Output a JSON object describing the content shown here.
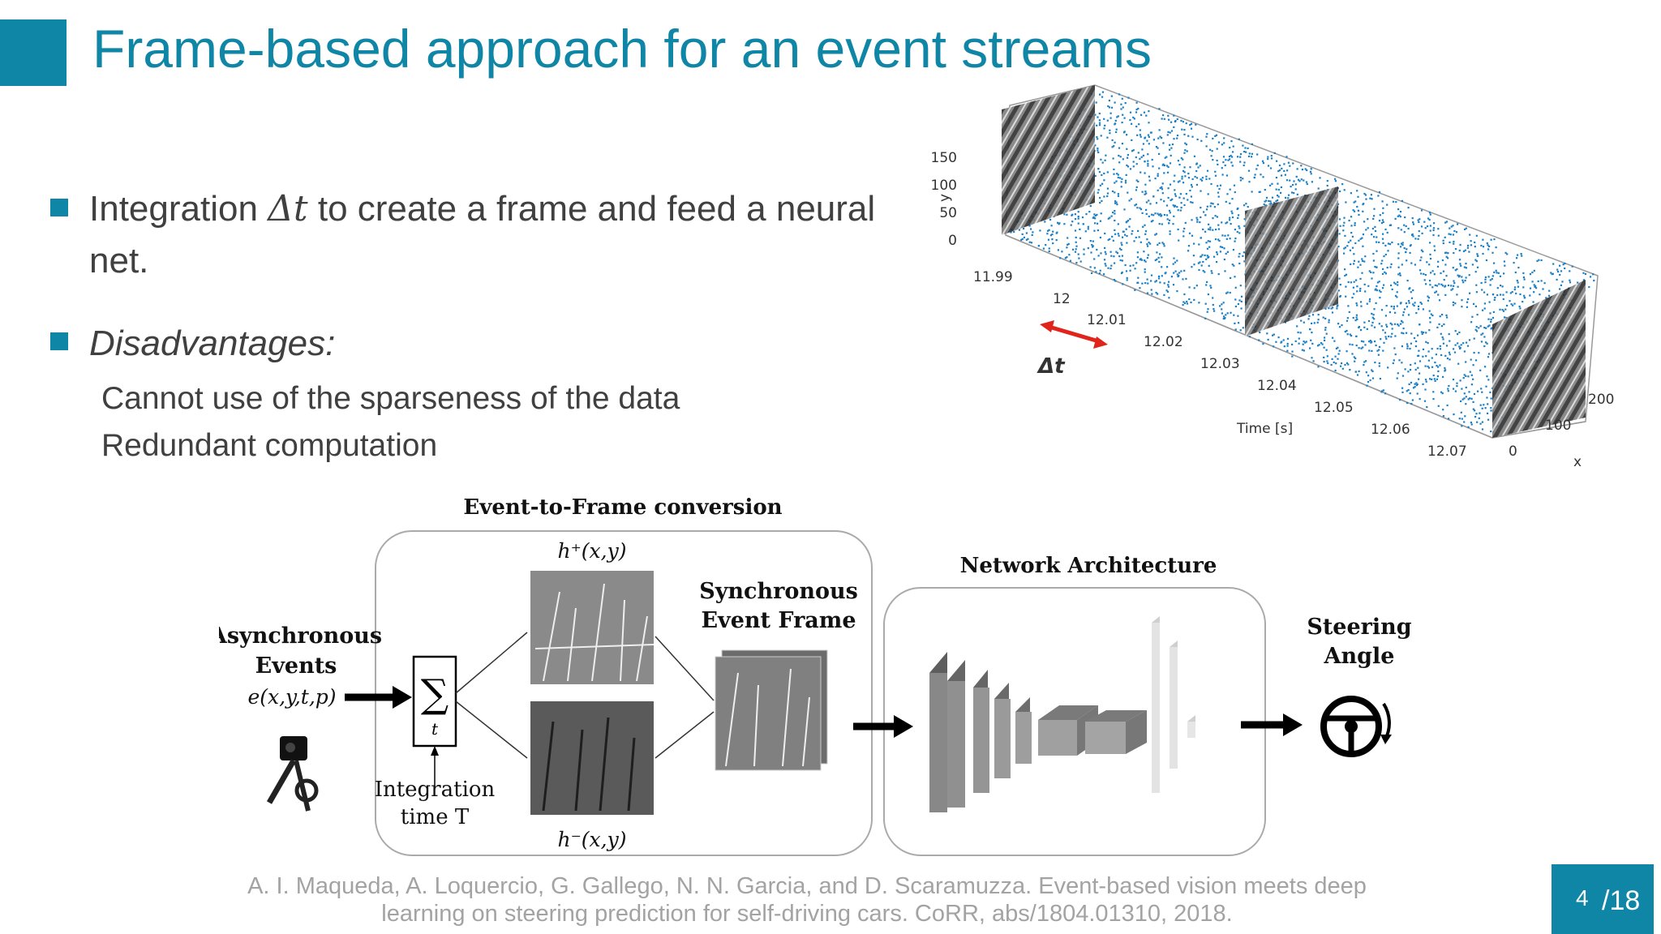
{
  "slide": {
    "title": "Frame-based approach for an event streams",
    "bullets": [
      {
        "pre": "Integration ",
        "math": "Δt",
        "post": " to create a frame and feed a neural",
        "line2": "net."
      },
      {
        "text": "Disadvantages:"
      }
    ],
    "subpoints": [
      "Cannot use of the sparseness of the data",
      "Redundant computation"
    ]
  },
  "cube_plot": {
    "y_axis_label": "y",
    "y_ticks": [
      "150",
      "100",
      "50",
      "0"
    ],
    "time_ticks": [
      "11.99",
      "12",
      "12.01",
      "12.02",
      "12.03",
      "12.04",
      "12.05",
      "12.06",
      "12.07"
    ],
    "time_axis_label": "Time [s]",
    "x_ticks": [
      "200",
      "100",
      "0"
    ],
    "x_axis_label": "x",
    "delta_label": "Δt",
    "point_color": "#1a7fc4",
    "arrow_color": "#e0241b"
  },
  "pipeline": {
    "conversion_title": "Event-to-Frame conversion",
    "network_title": "Network Architecture",
    "async_label_1": "Asynchronous",
    "async_label_2": "Events",
    "async_formula": "e(x,y,t,p)",
    "sum_symbol": "∑",
    "sum_sub": "t",
    "integration_label_1": "Integration",
    "integration_label_2": "time T",
    "h_plus": "h⁺(x,y)",
    "h_minus": "h⁻(x,y)",
    "sync_label_1": "Synchronous",
    "sync_label_2": "Event Frame",
    "steering_label_1": "Steering",
    "steering_label_2": "Angle"
  },
  "citation": {
    "line1": "A. I. Maqueda, A. Loquercio, G. Gallego, N. N. Garcia, and D. Scaramuzza. Event-based vision meets deep",
    "line2": "learning on steering prediction for self-driving cars. CoRR, abs/1804.01310, 2018."
  },
  "page": {
    "current": "4",
    "total": "/18"
  },
  "colors": {
    "accent": "#0f86a6"
  }
}
